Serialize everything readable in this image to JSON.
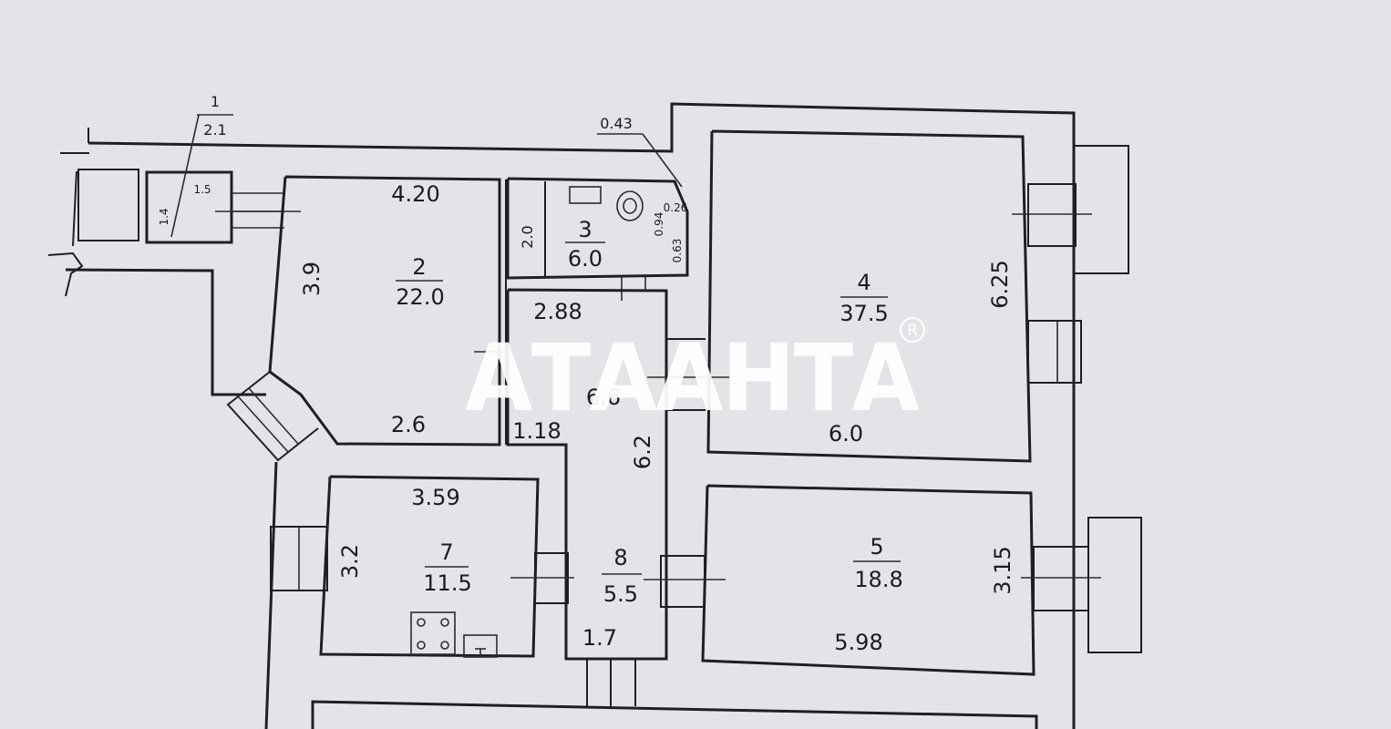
{
  "watermark": {
    "text": "АТААНТА",
    "registered_mark": "R"
  },
  "rooms": [
    {
      "id": "1",
      "number": "1",
      "area": "2.1"
    },
    {
      "id": "2",
      "number": "2",
      "area": "22.0"
    },
    {
      "id": "3",
      "number": "3",
      "area": "6.0"
    },
    {
      "id": "4",
      "number": "4",
      "area": "37.5"
    },
    {
      "id": "5",
      "number": "5",
      "area": "18.8"
    },
    {
      "id": "6",
      "number": "",
      "area": "6.6"
    },
    {
      "id": "7",
      "number": "7",
      "area": "11.5"
    },
    {
      "id": "8",
      "number": "8",
      "area": "5.5"
    }
  ],
  "dimensions": {
    "room1_width": "1.5",
    "room1_height": "1.4",
    "room2_top": "4.20",
    "room2_side": "3.9",
    "room2_bottom": "2.6",
    "room3_side": "2.0",
    "bath_0_43": "0.43",
    "bath_0_26": "0.26",
    "bath_0_94": "0.94",
    "bath_0_63": "0.63",
    "room6_top": "2.88",
    "room6_bottom": "1.18",
    "corridor_side": "6.2",
    "corridor_bottom": "1.7",
    "room4_side": "6.25",
    "room4_bottom": "6.0",
    "room7_top": "3.59",
    "room7_side": "3.2",
    "room5_side": "3.15",
    "room5_bottom": "5.98"
  }
}
